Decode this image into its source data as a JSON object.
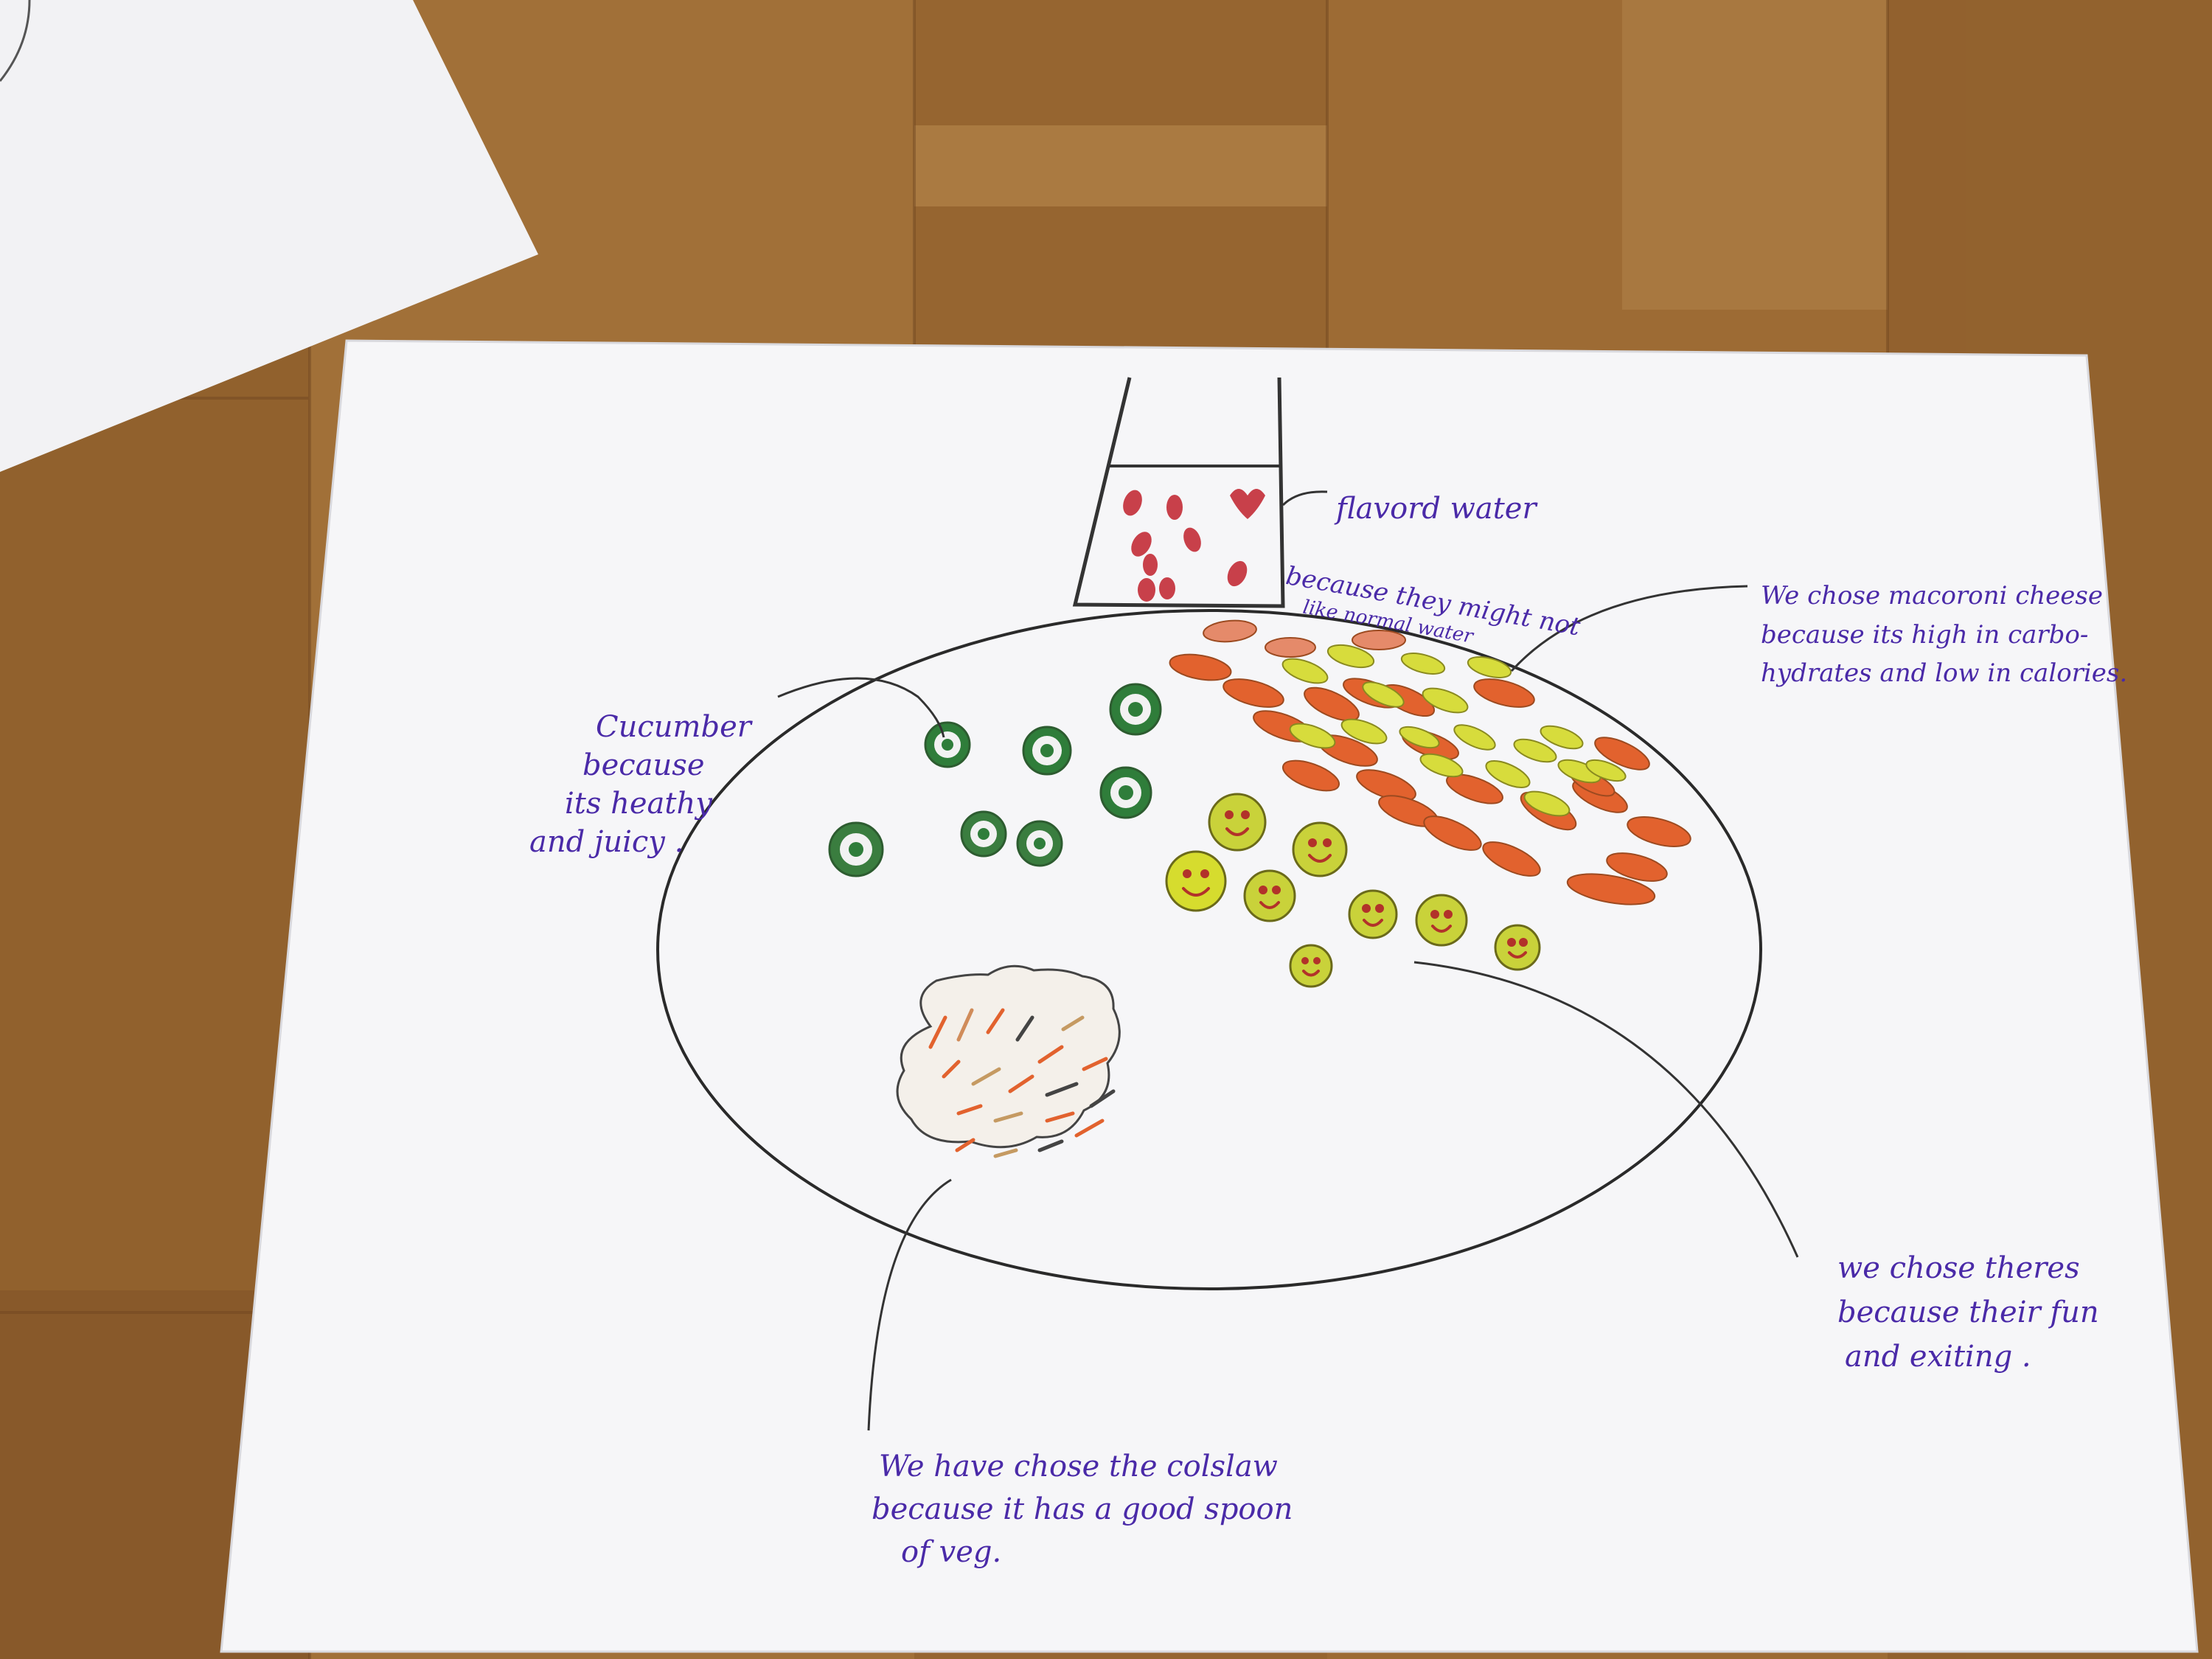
{
  "colors": {
    "table_wood": "#9a6a34",
    "table_wood_dark": "#6e4520",
    "paper": "#f6f6f8",
    "ink_purple": "#4a2aa8",
    "ink_black": "#222222",
    "cucumber_green": "#2f7d3a",
    "smiley_yellow": "#c9d23a",
    "pasta_orange": "#e2622e",
    "pasta_yellow": "#d7dc3c",
    "berry_red": "#c8404a"
  },
  "labels": {
    "water": "flavord water",
    "water_reason": [
      "because they might not",
      "like normal water"
    ],
    "pasta": [
      "We chose macoroni cheese",
      "because its high in carbo-",
      "hydrates and low in calories."
    ],
    "cucumber": [
      "Cucumber",
      "because",
      "its heathy",
      "and juicy ."
    ],
    "smileys": [
      "we chose theres",
      "because their fun",
      "and exiting ."
    ],
    "coleslaw": [
      "We have chose the colslaw",
      "because it has a good spoon",
      "of veg."
    ]
  }
}
